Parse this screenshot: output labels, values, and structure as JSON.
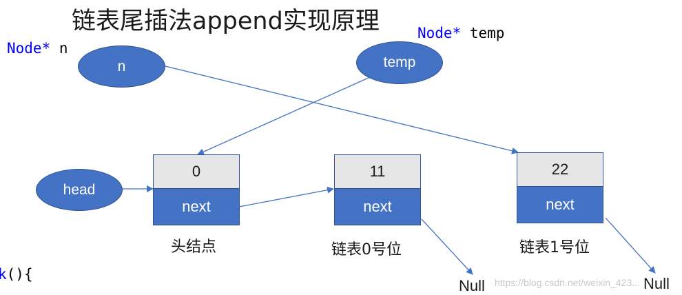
{
  "title": "链表尾插法append实现原理",
  "code_labels": {
    "node_n": {
      "type": "Node*",
      "name": "n"
    },
    "node_temp": {
      "type": "Node*",
      "name": "temp"
    },
    "partial_line": {
      "keyword": "k",
      "rest": "(){"
    }
  },
  "pointers": {
    "n": "n",
    "temp": "temp",
    "head": "head"
  },
  "nodes": [
    {
      "value": "0",
      "next": "next",
      "caption": "头结点"
    },
    {
      "value": "11",
      "next": "next",
      "caption": "链表0号位"
    },
    {
      "value": "22",
      "next": "next",
      "caption": "链表1号位"
    }
  ],
  "null_labels": [
    "Null",
    "Null"
  ],
  "watermark": "https://blog.csdn.net/weixin_423...",
  "colors": {
    "ellipse_fill": "#4472c4",
    "value_cell": "#e7e6e6",
    "next_cell": "#4472c4",
    "arrow": "#4472c4",
    "code_keyword": "#0000ff"
  }
}
